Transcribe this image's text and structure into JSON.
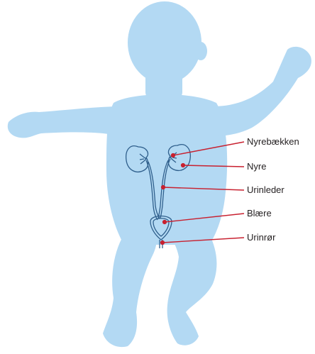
{
  "labels": [
    {
      "text": "Nyrebækken"
    },
    {
      "text": "Nyre"
    },
    {
      "text": "Urinleder"
    },
    {
      "text": "Blære"
    },
    {
      "text": "Urinrør"
    }
  ],
  "colors": {
    "body": "#b3d9f3",
    "organ_outline": "#2f5f8c",
    "leader_line": "#c8202f",
    "text": "#231f20",
    "background": "#ffffff"
  }
}
